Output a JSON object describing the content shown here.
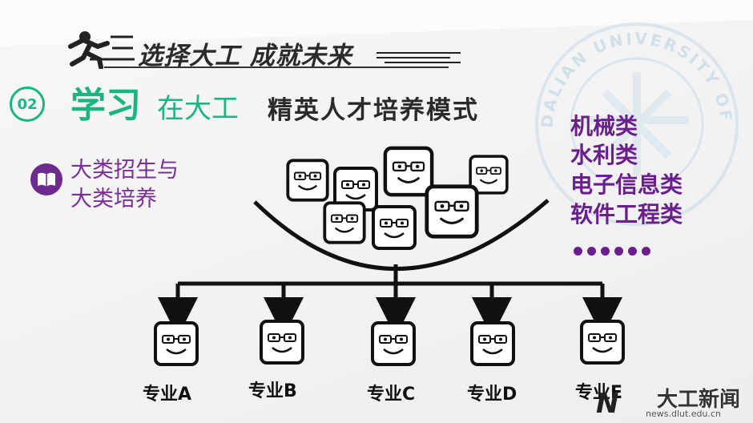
{
  "header": {
    "title": "选择大工 成就未来"
  },
  "section": {
    "number": "02",
    "study": "学习",
    "in_dut": "在大工",
    "subtitle": "精英人才培养模式"
  },
  "left_note": {
    "line1": "大类招生与",
    "line2": "大类培养"
  },
  "categories": [
    "机械类",
    "水利类",
    "电子信息类",
    "软件工程类"
  ],
  "majors": [
    "专业A",
    "专业B",
    "专业C",
    "专业D",
    "专业E"
  ],
  "watermark_text": "DALIAN UNIVERSITY OF TECHNOLOGY",
  "footer_logo": {
    "name": "大工新闻",
    "url": "news.dlut.edu.cn"
  },
  "colors": {
    "green": "#1bb584",
    "purple": "#6a1f8c",
    "dark": "#2a2a2a"
  }
}
